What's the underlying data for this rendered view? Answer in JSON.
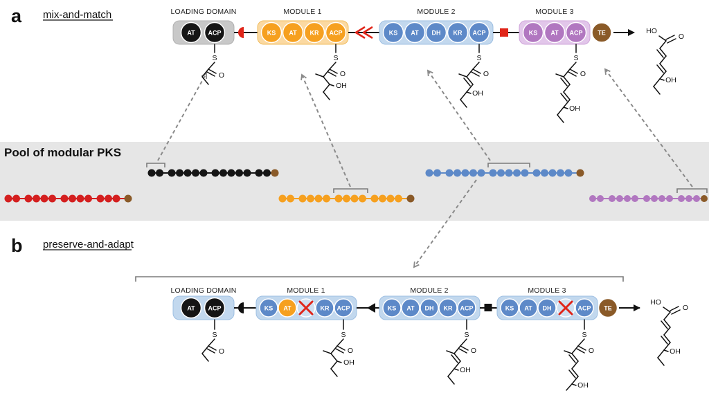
{
  "colors": {
    "black_domain": "#151515",
    "orange_domain": "#f6a01f",
    "blue_domain": "#5d89c8",
    "purple_domain": "#b177c0",
    "brown_te": "#8a5a28",
    "red_linker": "#e02519",
    "gray_box": "#c8c8c8",
    "orange_box": "#fbd9a1",
    "blue_box": "#c2d8ee",
    "purple_box": "#e2c6ea",
    "pool_background": "#e6e6e6",
    "dashed_arrow": "#8a8a8a"
  },
  "panel_a": {
    "label": "a",
    "title": "mix-and-match",
    "loading": {
      "label": "LOADING DOMAIN",
      "domains": [
        "AT",
        "ACP"
      ]
    },
    "m1": {
      "label": "MODULE 1",
      "domains": [
        "KS",
        "AT",
        "KR",
        "ACP"
      ]
    },
    "m2": {
      "label": "MODULE 2",
      "domains": [
        "KS",
        "AT",
        "DH",
        "KR",
        "ACP"
      ]
    },
    "m3": {
      "label": "MODULE 3",
      "domains": [
        "KS",
        "AT",
        "ACP"
      ]
    },
    "te": "TE"
  },
  "pool": {
    "title": "Pool of modular PKS"
  },
  "panel_b": {
    "label": "b",
    "title": "preserve-and-adapt",
    "loading": {
      "label": "LOADING DOMAIN",
      "domains": [
        "AT",
        "ACP"
      ]
    },
    "m1": {
      "label": "MODULE 1",
      "domains": [
        "KS",
        "AT",
        "KR",
        "ACP"
      ]
    },
    "m2": {
      "label": "MODULE 2",
      "domains": [
        "KS",
        "AT",
        "DH",
        "KR",
        "ACP"
      ]
    },
    "m3": {
      "label": "MODULE 3",
      "domains": [
        "KS",
        "AT",
        "DH",
        "ACP"
      ]
    },
    "te": "TE"
  },
  "chem": {
    "s": "S",
    "o": "O",
    "oh": "OH",
    "ho": "HO"
  }
}
